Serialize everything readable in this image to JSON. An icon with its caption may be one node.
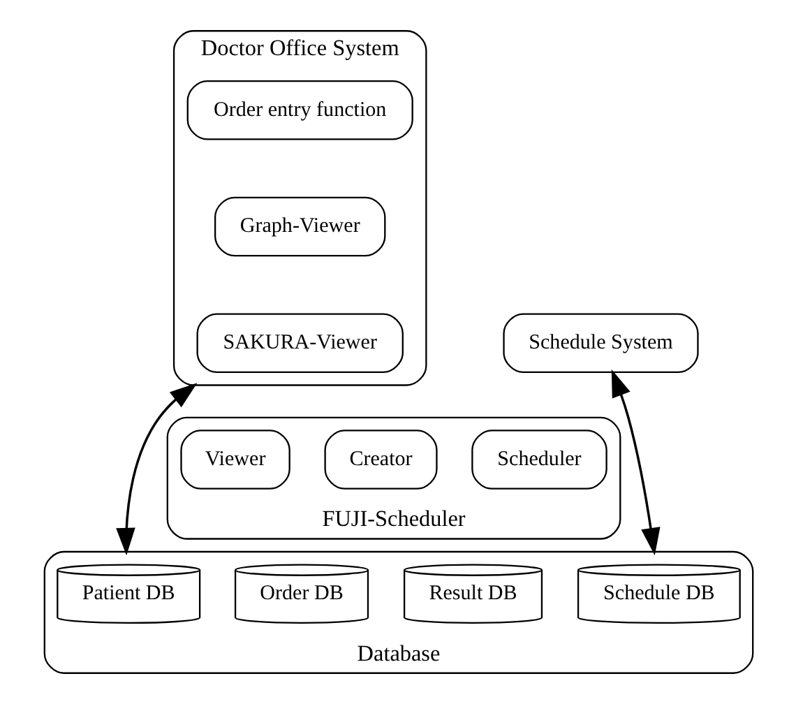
{
  "diagram": {
    "nodes": [
      {
        "text": [
          "Doctor Office System"
        ]
      },
      {
        "text": [
          "Order entry function"
        ],
        "in": 0
      },
      {
        "text": [
          "Graph-Viewer"
        ],
        "in": 0
      },
      {
        "text": [
          "SAKURA-Viewer"
        ],
        "in": 0
      },
      {
        "text": [
          "Schedule System"
        ]
      },
      {
        "text": [
          "FUJI-Scheduler"
        ]
      },
      {
        "text": [
          "Viewer"
        ],
        "in": 5
      },
      {
        "text": [
          "Creator"
        ],
        "in": 5
      },
      {
        "text": [
          "Scheduler"
        ],
        "in": 5
      },
      {
        "text": [
          "Database"
        ]
      },
      {
        "text": [
          "Patient DB"
        ],
        "in": 9
      },
      {
        "text": [
          "Order DB"
        ],
        "in": 9
      },
      {
        "text": [
          "Result DB"
        ],
        "in": 9
      },
      {
        "text": [
          "Schedule DB"
        ],
        "in": 9
      }
    ],
    "edges": [
      {
        "from": 0,
        "to": 9,
        "arrow": "both"
      },
      {
        "from": 4,
        "to": 9,
        "arrow": "both"
      }
    ]
  }
}
